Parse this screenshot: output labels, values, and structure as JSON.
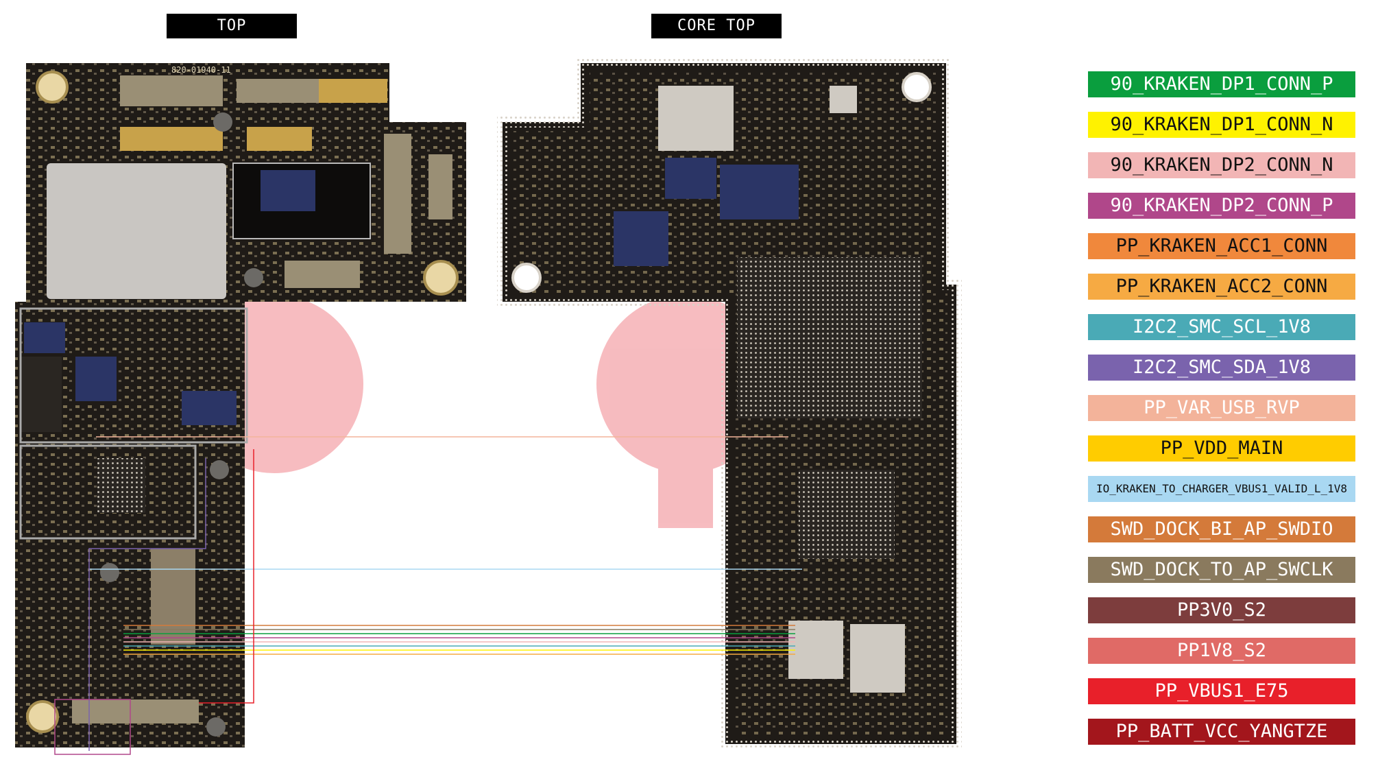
{
  "labels": {
    "top": "TOP",
    "core_top": "CORE TOP"
  },
  "board_markings": {
    "part_number": "820-01940-11"
  },
  "colors": {
    "pcb": "#1f1b17",
    "dots": "#d8d2c8",
    "watermark": "#e8404a"
  },
  "legend": [
    {
      "label": "90_KRAKEN_DP1_CONN_P",
      "color": "#0a9e3e"
    },
    {
      "label": "90_KRAKEN_DP1_CONN_N",
      "color": "#fff200"
    },
    {
      "label": "90_KRAKEN_DP2_CONN_N",
      "color": "#f2b5b5"
    },
    {
      "label": "90_KRAKEN_DP2_CONN_P",
      "color": "#b0478a"
    },
    {
      "label": "PP_KRAKEN_ACC1_CONN",
      "color": "#f0883c"
    },
    {
      "label": "PP_KRAKEN_ACC2_CONN",
      "color": "#f6aa43"
    },
    {
      "label": "I2C2_SMC_SCL_1V8",
      "color": "#4aaab6"
    },
    {
      "label": "I2C2_SMC_SDA_1V8",
      "color": "#7a63ad"
    },
    {
      "label": "PP_VAR_USB_RVP",
      "color": "#f3b39a"
    },
    {
      "label": "PP_VDD_MAIN",
      "color": "#ffcc00"
    },
    {
      "label": "IO_KRAKEN_TO_CHARGER_VBUS1_VALID_L_1V8",
      "color": "#a9d8f2"
    },
    {
      "label": "SWD_DOCK_BI_AP_SWDIO",
      "color": "#d47a3a"
    },
    {
      "label": "SWD_DOCK_TO_AP_SWCLK",
      "color": "#8a7a5e"
    },
    {
      "label": "PP3V0_S2",
      "color": "#7d3d3d"
    },
    {
      "label": "PP1V8_S2",
      "color": "#e06a66"
    },
    {
      "label": "PP_VBUS1_E75",
      "color": "#e8202a"
    },
    {
      "label": "PP_BATT_VCC_YANGTZE",
      "color": "#a3161c"
    }
  ]
}
